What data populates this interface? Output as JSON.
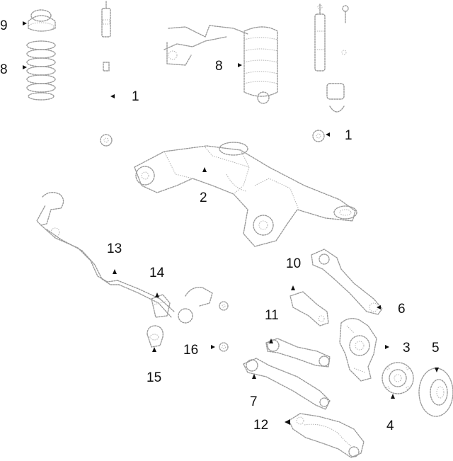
{
  "callouts": {
    "c1_upper": "1",
    "c1_lower": "1",
    "c2": "2",
    "c3": "3",
    "c4": "4",
    "c5": "5",
    "c6": "6",
    "c7": "7",
    "c8_left": "8",
    "c8_right": "8",
    "c9": "9",
    "c10": "10",
    "c11": "11",
    "c12": "12",
    "c13": "13",
    "c14": "14",
    "c15": "15",
    "c16": "16"
  },
  "colors": {
    "line_art": "#9a9a9a",
    "labels": "#111111",
    "background": "#ffffff"
  }
}
